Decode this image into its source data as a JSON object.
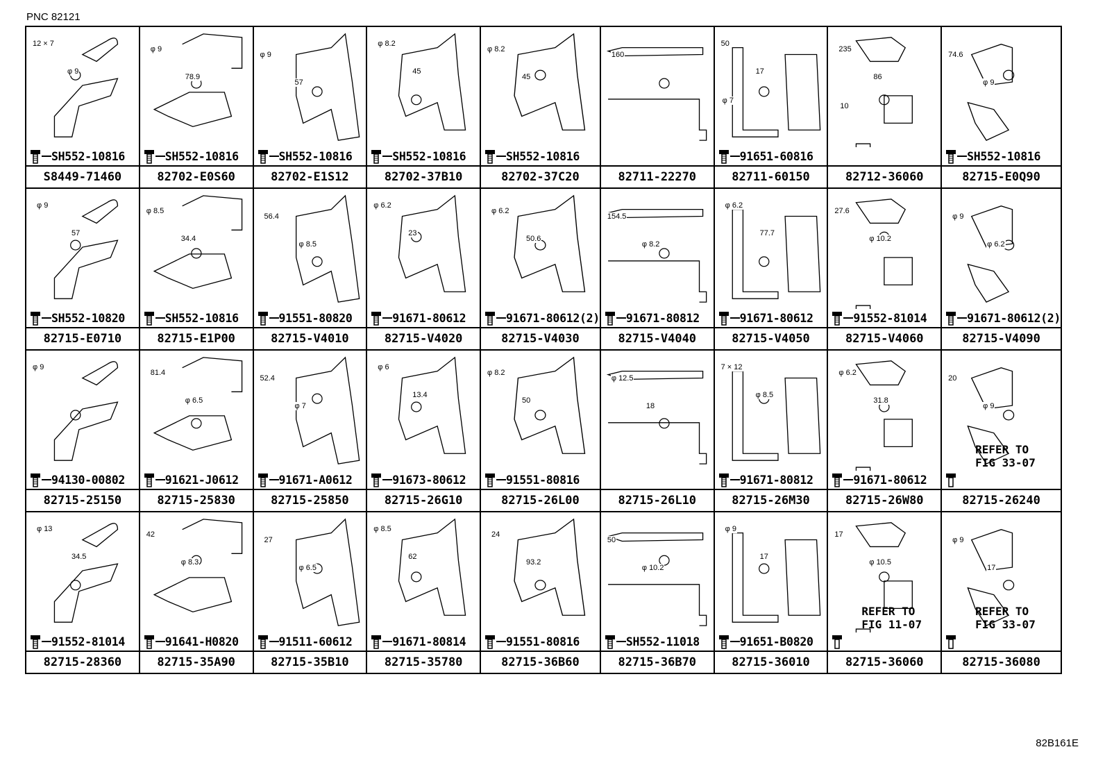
{
  "header": {
    "pnc": "PNC 82121"
  },
  "footer": {
    "figure_code": "82B161E"
  },
  "cells": [
    {
      "part": "S8449-71460",
      "fastener": "SH552-10816",
      "dims": [
        "12 × 7",
        "φ 9"
      ]
    },
    {
      "part": "82702-E0S60",
      "fastener": "SH552-10816",
      "dims": [
        "φ 9",
        "78.9"
      ]
    },
    {
      "part": "82702-E1S12",
      "fastener": "SH552-10816",
      "dims": [
        "φ 9",
        "57"
      ]
    },
    {
      "part": "82702-37B10",
      "fastener": "SH552-10816",
      "dims": [
        "φ 8.2",
        "45"
      ]
    },
    {
      "part": "82702-37C20",
      "fastener": "SH552-10816",
      "dims": [
        "φ 8.2",
        "45"
      ]
    },
    {
      "part": "82711-22270",
      "fastener": "",
      "dims": [
        "160"
      ]
    },
    {
      "part": "82711-60150",
      "fastener": "91651-60816",
      "dims": [
        "50",
        "17",
        "φ 7"
      ]
    },
    {
      "part": "82712-36060",
      "fastener": "",
      "dims": [
        "235",
        "86",
        "10"
      ]
    },
    {
      "part": "82715-E0Q90",
      "fastener": "SH552-10816",
      "dims": [
        "74.6",
        "φ 9"
      ]
    },
    {
      "part": "82715-E0710",
      "fastener": "SH552-10820",
      "dims": [
        "φ 9",
        "57"
      ]
    },
    {
      "part": "82715-E1P00",
      "fastener": "SH552-10816",
      "dims": [
        "φ 8.5",
        "34.4"
      ]
    },
    {
      "part": "82715-V4010",
      "fastener": "91551-80820",
      "dims": [
        "56.4",
        "φ 8.5"
      ]
    },
    {
      "part": "82715-V4020",
      "fastener": "91671-80612",
      "dims": [
        "φ 6.2",
        "23"
      ]
    },
    {
      "part": "82715-V4030",
      "fastener": "91671-80612(2)",
      "dims": [
        "φ 6.2",
        "50.6"
      ]
    },
    {
      "part": "82715-V4040",
      "fastener": "91671-80812",
      "dims": [
        "154.5",
        "φ 8.2"
      ]
    },
    {
      "part": "82715-V4050",
      "fastener": "91671-80612",
      "dims": [
        "φ 6.2",
        "77.7"
      ]
    },
    {
      "part": "82715-V4060",
      "fastener": "91552-81014",
      "dims": [
        "27.6",
        "φ 10.2"
      ]
    },
    {
      "part": "82715-V4090",
      "fastener": "91671-80612(2)",
      "dims": [
        "φ 9",
        "φ 6.2"
      ]
    },
    {
      "part": "82715-25150",
      "fastener": "94130-00802",
      "dims": [
        "φ 9"
      ]
    },
    {
      "part": "82715-25830",
      "fastener": "91621-J0612",
      "dims": [
        "81.4",
        "φ 6.5"
      ]
    },
    {
      "part": "82715-25850",
      "fastener": "91671-A0612",
      "dims": [
        "52.4",
        "φ 7"
      ]
    },
    {
      "part": "82715-26G10",
      "fastener": "91673-80612",
      "dims": [
        "φ 6",
        "13.4"
      ]
    },
    {
      "part": "82715-26L00",
      "fastener": "91551-80816",
      "dims": [
        "φ 8.2",
        "50"
      ]
    },
    {
      "part": "82715-26L10",
      "fastener": "",
      "dims": [
        "φ 12.5",
        "18"
      ]
    },
    {
      "part": "82715-26M30",
      "fastener": "91671-80812",
      "dims": [
        "7 × 12",
        "φ 8.5"
      ]
    },
    {
      "part": "82715-26W80",
      "fastener": "91671-80612",
      "dims": [
        "φ 6.2",
        "31.8"
      ]
    },
    {
      "part": "82715-26240",
      "fastener": "",
      "refer": "REFER TO\nFIG 33-07",
      "dims": [
        "20",
        "φ 9"
      ]
    },
    {
      "part": "82715-28360",
      "fastener": "91552-81014",
      "dims": [
        "φ 13",
        "34.5"
      ]
    },
    {
      "part": "82715-35A90",
      "fastener": "91641-H0820",
      "dims": [
        "42",
        "φ 8.3"
      ]
    },
    {
      "part": "82715-35B10",
      "fastener": "91511-60612",
      "dims": [
        "27",
        "φ 6.5"
      ]
    },
    {
      "part": "82715-35780",
      "fastener": "91671-80814",
      "dims": [
        "φ 8.5",
        "62"
      ]
    },
    {
      "part": "82715-36B60",
      "fastener": "91551-80816",
      "dims": [
        "24",
        "93.2"
      ]
    },
    {
      "part": "82715-36B70",
      "fastener": "SH552-11018",
      "dims": [
        "50",
        "φ 10.2"
      ]
    },
    {
      "part": "82715-36010",
      "fastener": "91651-B0820",
      "dims": [
        "φ 9",
        "17"
      ]
    },
    {
      "part": "82715-36060",
      "fastener": "",
      "refer": "REFER TO\nFIG 11-07",
      "dims": [
        "17",
        "φ 10.5"
      ]
    },
    {
      "part": "82715-36080",
      "fastener": "",
      "refer": "REFER TO\nFIG 33-07",
      "dims": [
        "φ 9",
        "17"
      ]
    }
  ]
}
